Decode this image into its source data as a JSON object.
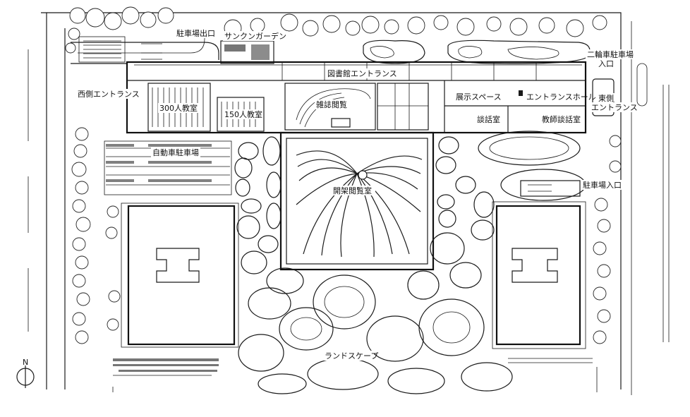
{
  "labels": {
    "parking_exit": "駐車場出口",
    "sunken_garden": "サンクンガーデン",
    "bicycle_parking": "二輪車駐車場",
    "bicycle_entrance": "入口",
    "west_entrance": "西側エントランス",
    "library_entrance": "図書館エントランス",
    "room_300": "300人教室",
    "room_150": "150人教室",
    "magazine_reading": "雑誌閲覧",
    "exhibition_space": "展示スペース",
    "entrance_hall": "エントランスホール",
    "talk_room": "談話室",
    "faculty_talk_room": "教師談話室",
    "east_entrance_1": "東側",
    "east_entrance_2": "エントランス",
    "parking_lot": "自動車駐車場",
    "parking_entrance": "駐車場入口",
    "open_reading_room": "開架閲覧室",
    "landscape": "ランドスケープ",
    "north": "N"
  }
}
